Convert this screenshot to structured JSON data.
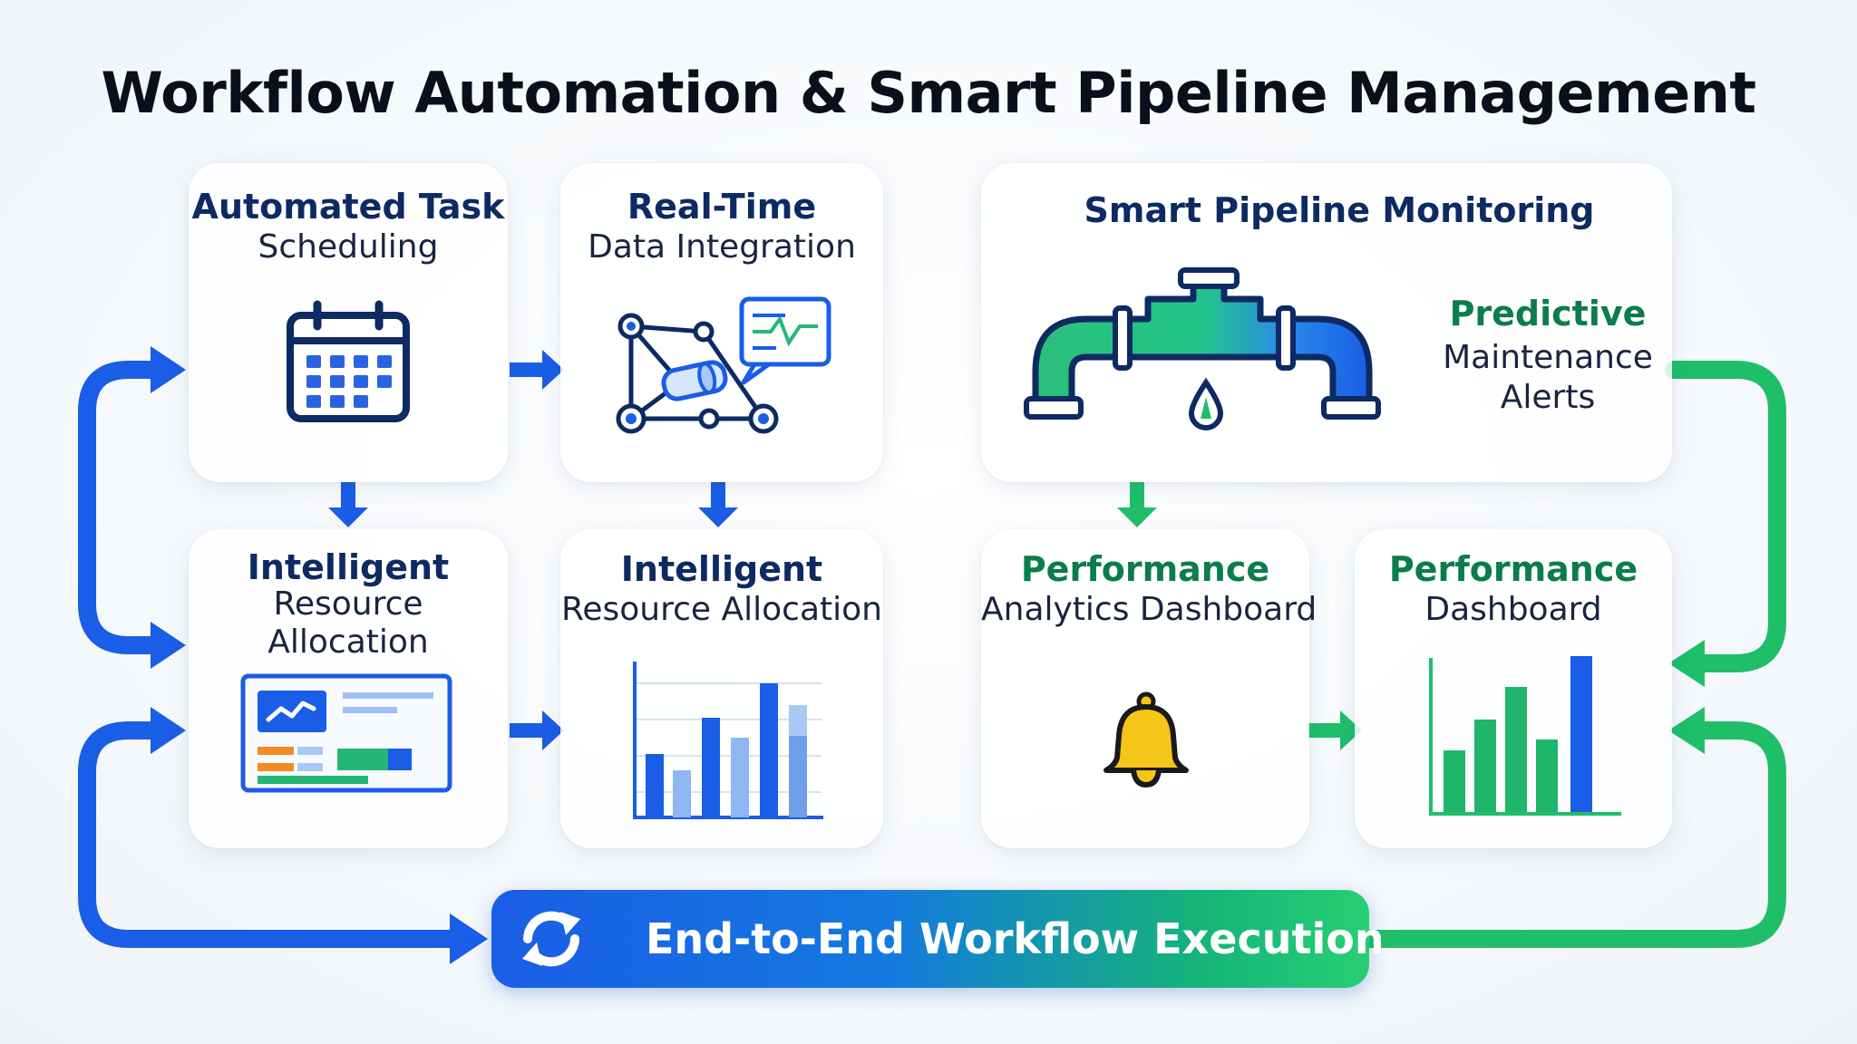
{
  "title": "Workflow Automation & Smart Pipeline Management",
  "cards": {
    "task_scheduling": {
      "title": "Automated Task",
      "subtitle": "Scheduling",
      "icon": "calendar-icon"
    },
    "data_integration": {
      "title": "Real-Time",
      "subtitle": "Data Integration",
      "icon": "network-icon"
    },
    "pipeline_monitoring": {
      "title": "Smart Pipeline Monitoring",
      "icon": "pipe-icon"
    },
    "predictive_maintenance": {
      "title": "Predictive",
      "subtitle_line1": "Maintenance",
      "subtitle_line2": "Alerts"
    },
    "resource_allocation_1": {
      "title": "Intelligent",
      "subtitle_line1": "Resource",
      "subtitle_line2": "Allocation",
      "icon": "dashboard-screen-icon"
    },
    "resource_allocation_2": {
      "title": "Intelligent",
      "subtitle": "Resource Allocation",
      "icon": "bar-chart-icon"
    },
    "performance_analytics": {
      "title": "Performance",
      "subtitle": "Analytics Dashboard",
      "icon": "bell-icon"
    },
    "performance_dashboard": {
      "title": "Performance",
      "subtitle": "Dashboard",
      "icon": "bar-chart-icon"
    }
  },
  "execution_bar": {
    "label": "End-to-End Workflow Execution",
    "icon": "refresh-icon"
  },
  "colors": {
    "blue": "#1a5de6",
    "green": "#1fbf6a",
    "navy": "#0d2a63",
    "title_green": "#0a7d4a",
    "bell": "#f5c518"
  }
}
